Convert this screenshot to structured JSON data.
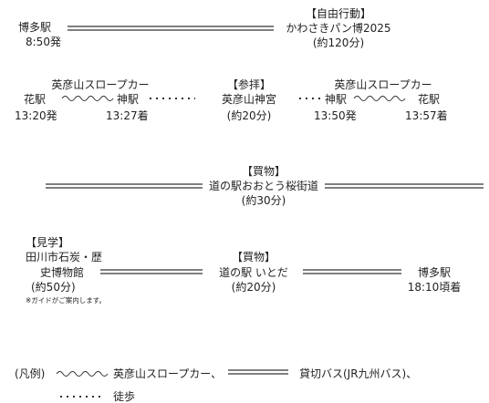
{
  "schedule": {
    "row1": {
      "hakata_label": "博多駅",
      "hakata_time": "8:50発",
      "free_tag": "【自由行動】",
      "free_place": "かわさきパン博2025",
      "free_duration": "(約120分)"
    },
    "row2": {
      "slope_left_title": "英彦山スロープカー",
      "hana_eki": "花駅",
      "hana_time": "13:20発",
      "kami_eki": "神駅",
      "kami_time": "13:27着",
      "visit_tag": "【参拝】",
      "visit_place": "英彦山神宮",
      "visit_duration": "(約20分)",
      "slope_right_title": "英彦山スロープカー",
      "kami_eki_right": "神駅",
      "kami_time_right": "13:50発",
      "hana_eki_right": "花駅",
      "hana_time_right": "13:57着"
    },
    "row3": {
      "shop_tag": "【買物】",
      "shop_place": "道の駅おおとう桜街道",
      "shop_duration": "(約30分)"
    },
    "row4": {
      "tour_tag": "【見学】",
      "tour_place_line1": "田川市石炭・歴",
      "tour_place_line2": "史博物館",
      "tour_duration": "(約50分)",
      "guide_note": "※ガイドがご案内します。",
      "shop2_tag": "【買物】",
      "shop2_place": "道の駅 いとだ",
      "shop2_duration": "(約20分)",
      "end_station": "博多駅",
      "end_time": "18:10頃着"
    }
  },
  "legend": {
    "label": "(凡例)",
    "slope_car": "英彦山スロープカー、",
    "bus": "貸切バス(JR九州バス)、",
    "walk": "徒歩"
  },
  "colors": {
    "text": "#222222",
    "line": "#333333"
  }
}
